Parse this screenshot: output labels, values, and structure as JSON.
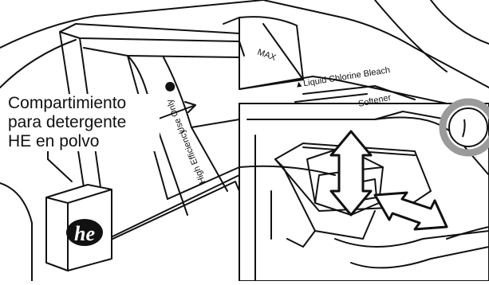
{
  "callout": {
    "lines": [
      "Compartimiento",
      "para detergente",
      "HE en polvo"
    ]
  },
  "drawer_labels": {
    "max": "MAX",
    "liquid_chlorine_bleach": "▲Liquid Chlorine Bleach",
    "softener": "Softener",
    "he_only": "Use Only",
    "he_only_tail": "High Efficiency"
  },
  "he_logo": {
    "text": "he"
  },
  "colors": {
    "line": "#111111",
    "background": "#ffffff",
    "knob_ring": "#9a9a9a"
  }
}
